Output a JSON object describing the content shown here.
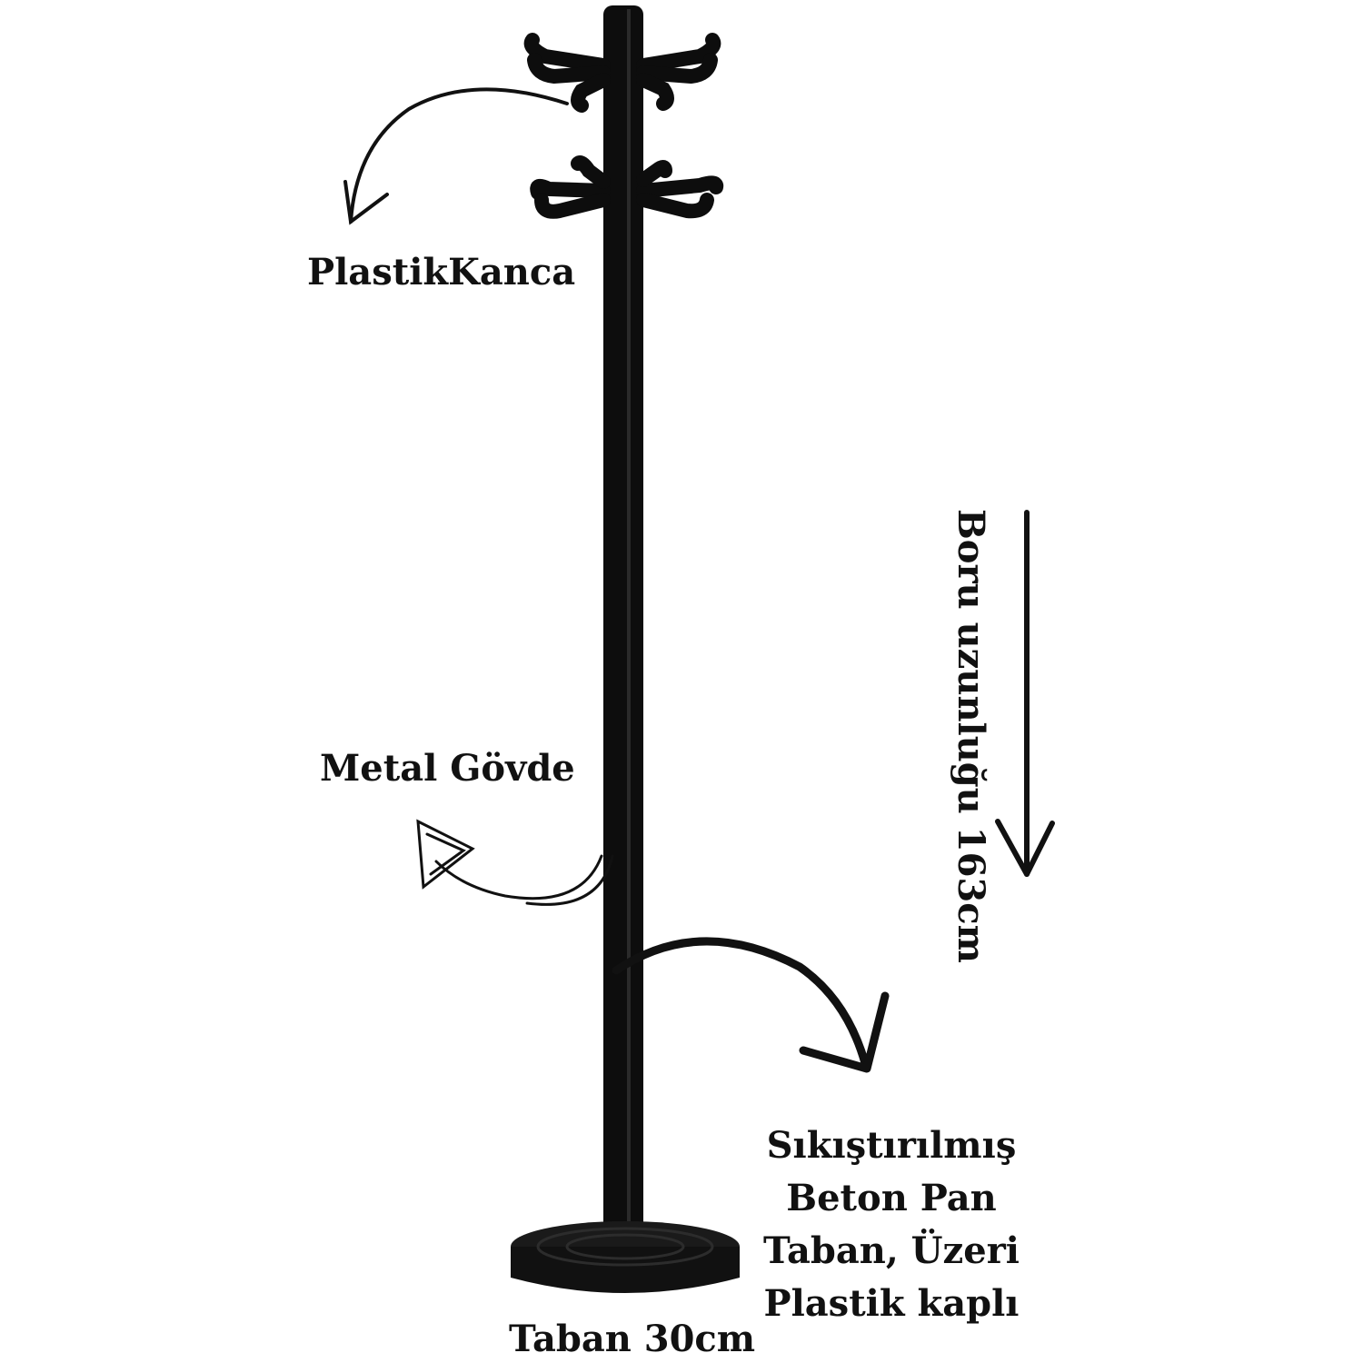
{
  "annotations": {
    "hook_label": "PlastikKanca",
    "body_label": "Metal Gövde",
    "length_label": "Boru uzunluğu 163cm",
    "base_note_lines": [
      "Sıkıştırılmış",
      "Beton Pan",
      "Taban, Üzeri",
      "Plastik kaplı"
    ],
    "base_size_label": "Taban 30cm"
  },
  "colors": {
    "background": "#ffffff",
    "product": "#0d0d0d",
    "ink": "#111111"
  }
}
